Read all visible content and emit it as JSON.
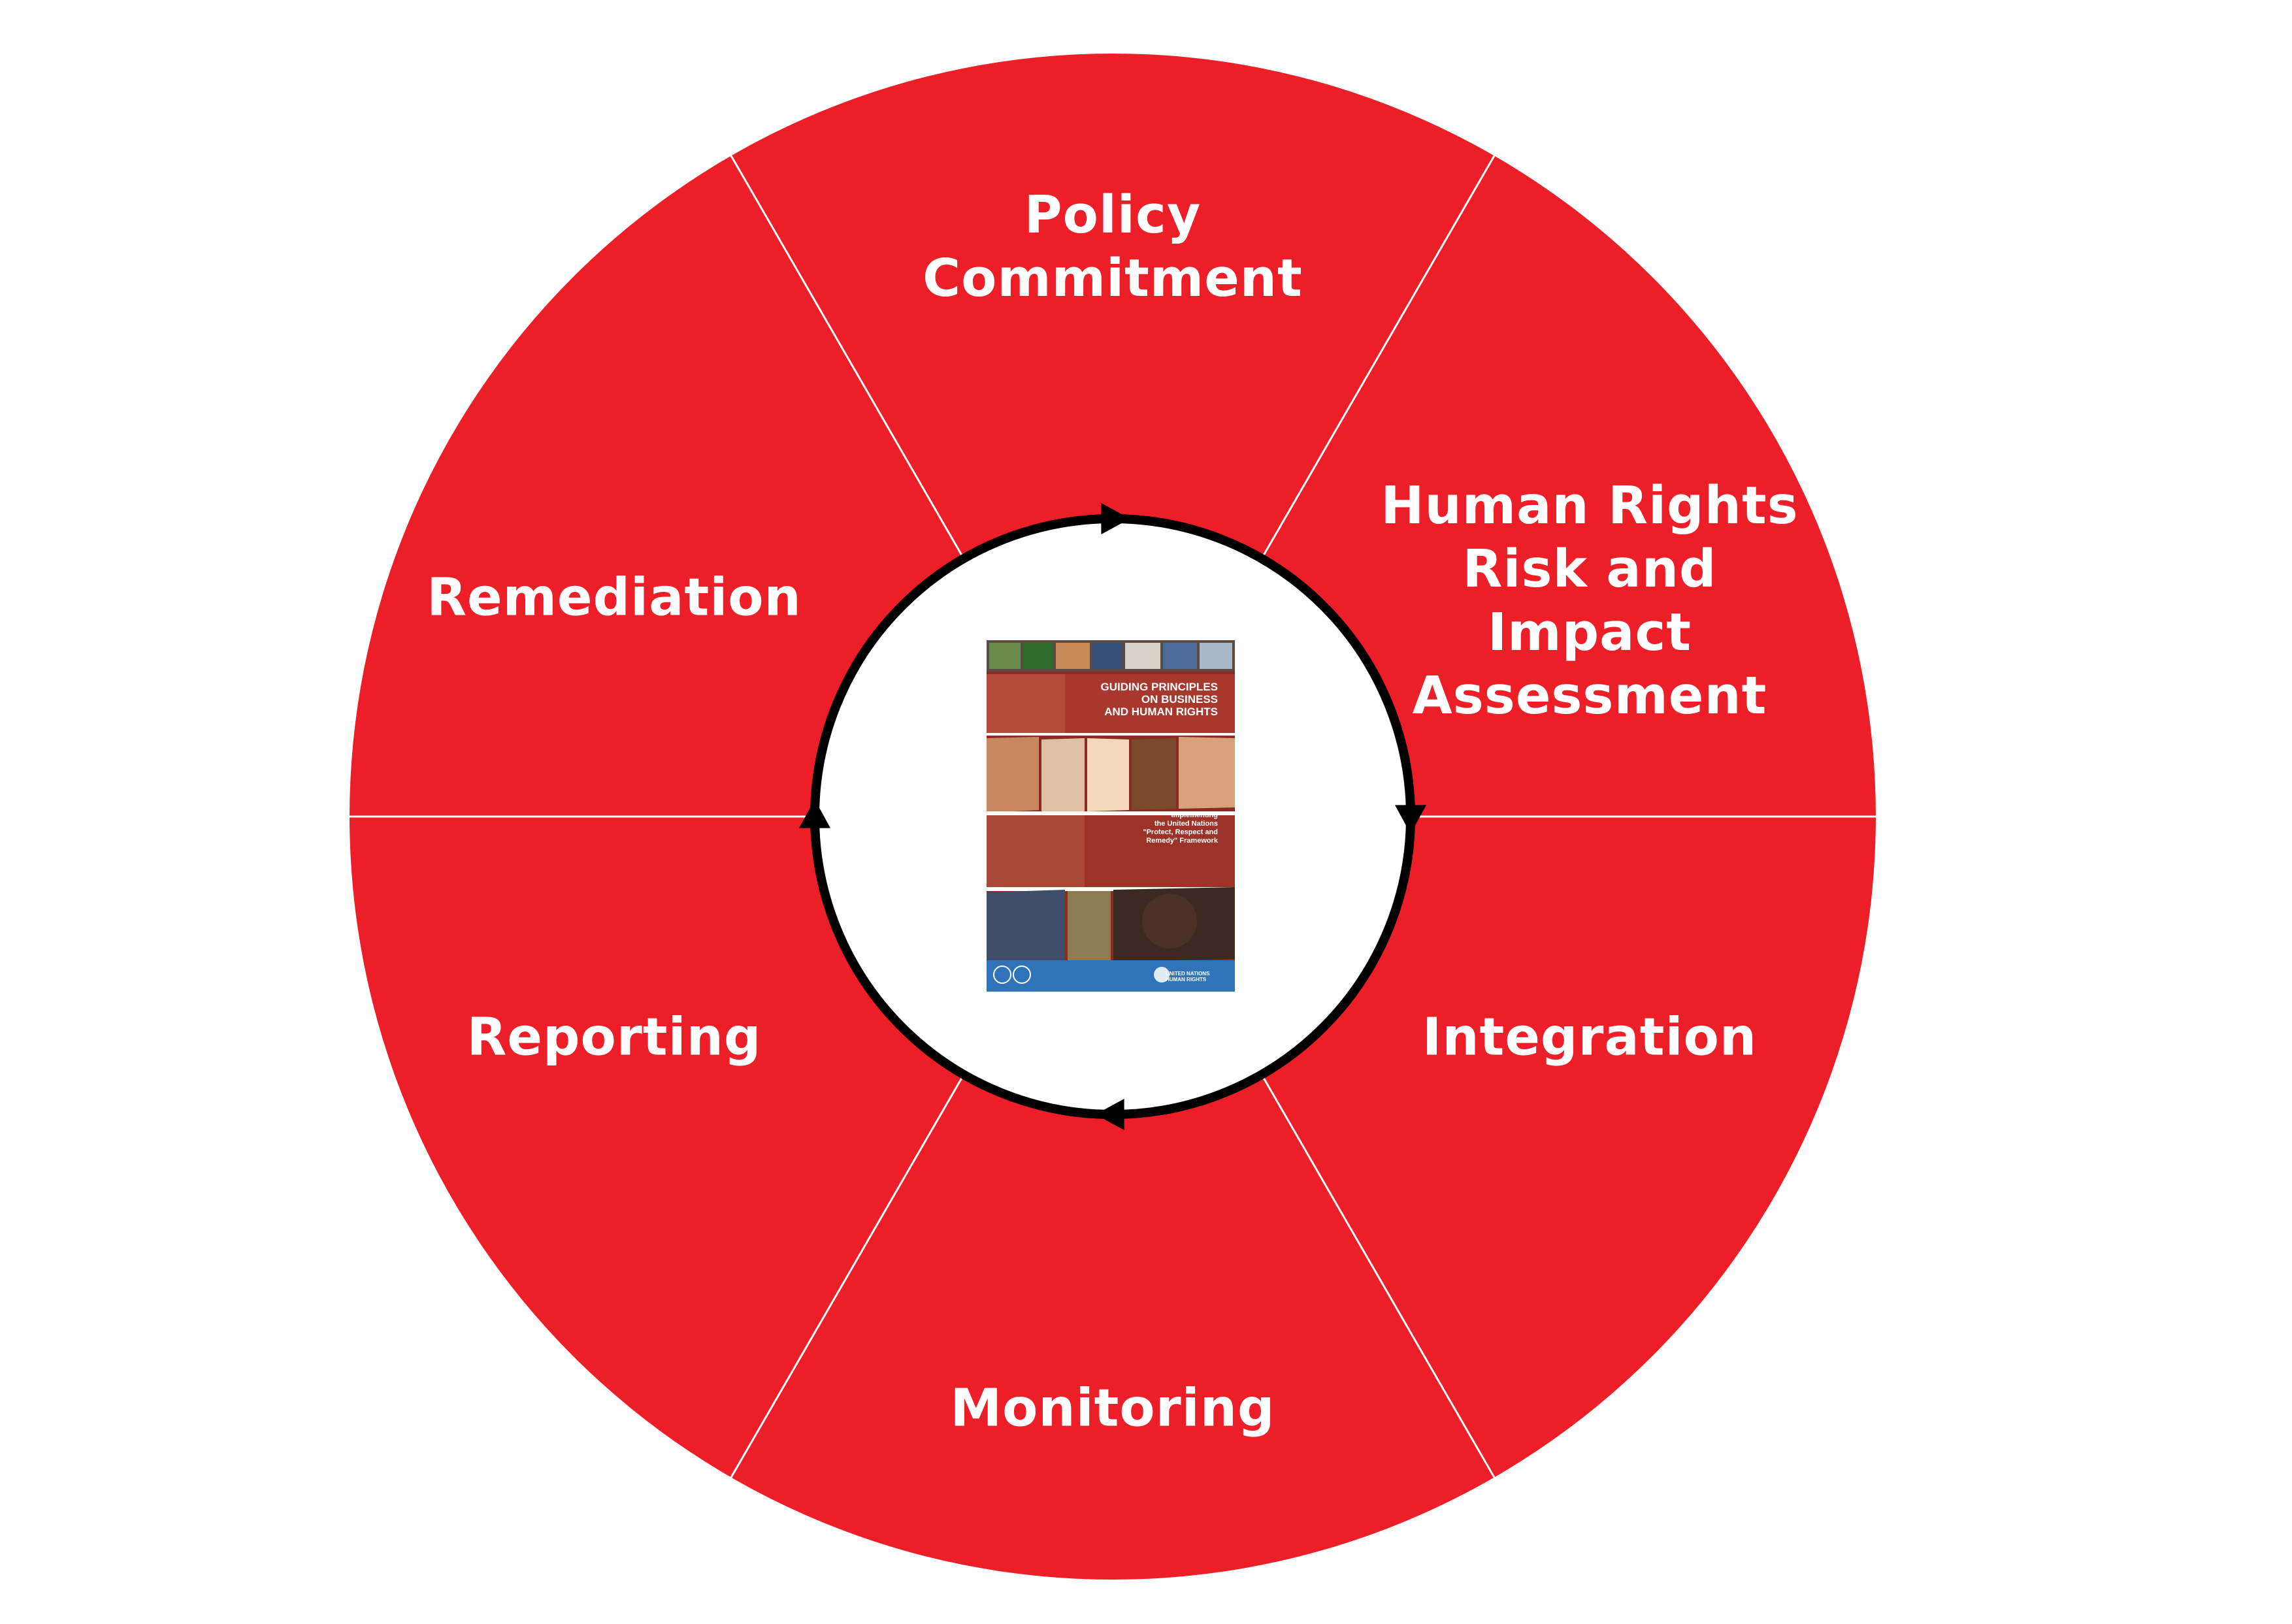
{
  "diagram": {
    "segments": [
      {
        "id": "policy",
        "label": "Policy\nCommitment"
      },
      {
        "id": "risk",
        "label": "Human Rights\nRisk and\nImpact\nAssessment"
      },
      {
        "id": "integration",
        "label": "Integration"
      },
      {
        "id": "monitoring",
        "label": "Monitoring"
      },
      {
        "id": "reporting",
        "label": "Reporting"
      },
      {
        "id": "remediation",
        "label": "Remediation"
      }
    ],
    "colors": {
      "wheel": "#ec1f28",
      "divider": "#ffffff",
      "cycle": "#000000",
      "center": "#ffffff"
    },
    "cycle_direction": "clockwise"
  },
  "cover": {
    "title": "GUIDING PRINCIPLES\nON BUSINESS\nAND HUMAN RIGHTS",
    "subtitle": "Implementing\nthe United Nations\n\"Protect, Respect and\nRemedy\" Framework",
    "logo_text": "UNITED NATIONS\nHUMAN RIGHTS",
    "colors": {
      "background": "#8a2a25",
      "band": "#2f73b8"
    }
  }
}
